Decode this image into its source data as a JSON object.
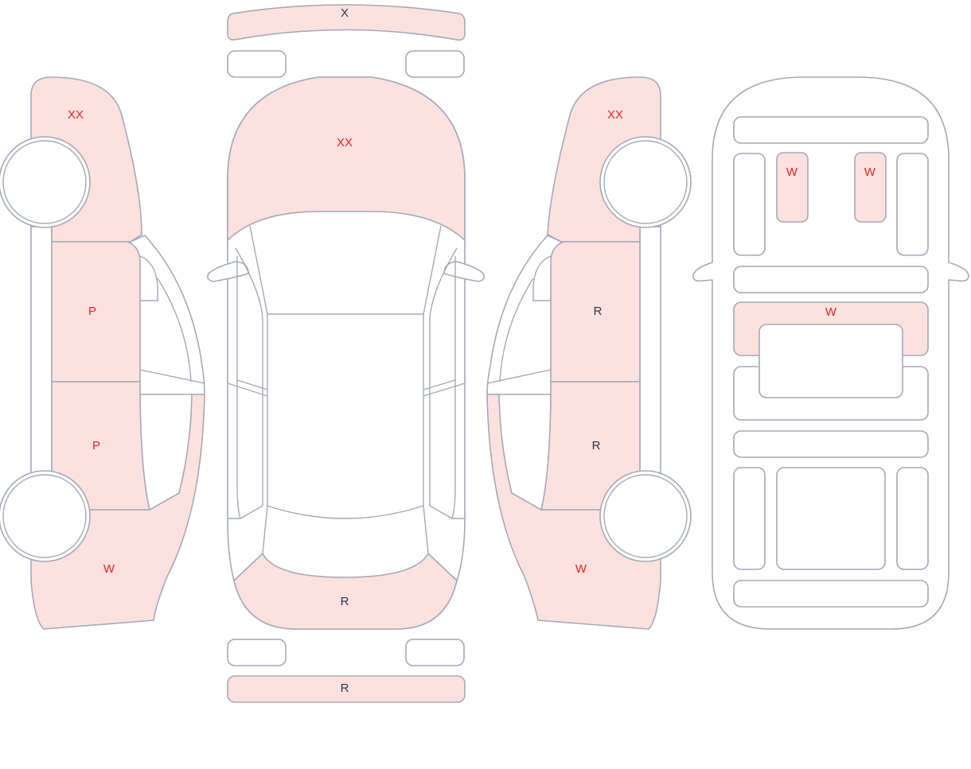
{
  "colors": {
    "outline": "#a3a9b9",
    "damage_fill": "#fde1df",
    "code_red": "#e32627",
    "code_dark": "#2f3442"
  },
  "labels": {
    "front_bumper": "X",
    "hood": "XX",
    "rear_bumper_area": "R",
    "rear_bumper": "R",
    "left_front_fender": "XX",
    "left_front_door": "P",
    "left_rear_door": "P",
    "left_rear_quarter": "W",
    "right_front_fender": "XX",
    "right_front_door": "R",
    "right_rear_door": "R",
    "right_rear_quarter": "W",
    "interior_front_left_seat": "W",
    "interior_front_right_seat": "W",
    "interior_middle_row": "W"
  }
}
